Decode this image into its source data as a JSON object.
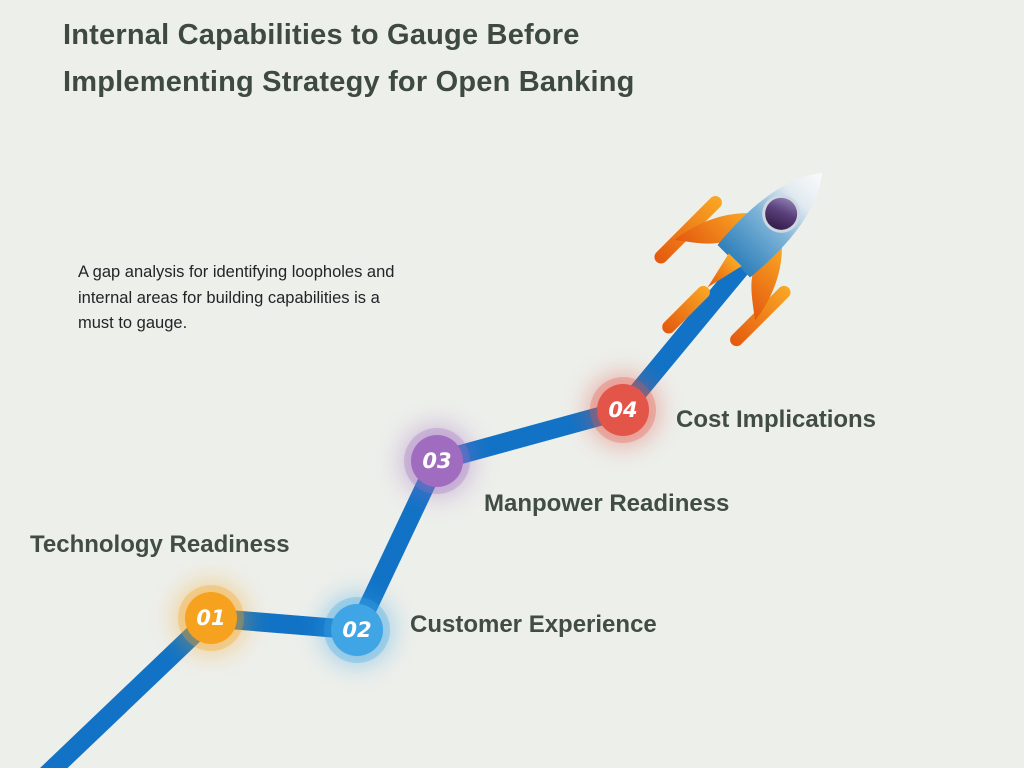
{
  "page": {
    "title_line1": "Internal Capabilities to Gauge Before",
    "title_line2": "Implementing Strategy for Open Banking",
    "description": "A gap analysis for identifying loopholes and internal areas for building capabilities is a must to gauge."
  },
  "steps": [
    {
      "number": "01",
      "label": "Technology Readiness",
      "color": "#f6a21e"
    },
    {
      "number": "02",
      "label": "Customer Experience",
      "color": "#3fa5e5"
    },
    {
      "number": "03",
      "label": "Manpower Readiness",
      "color": "#a06cc0"
    },
    {
      "number": "04",
      "label": "Cost Implications",
      "color": "#e35549"
    }
  ],
  "colors": {
    "background": "#edefeb",
    "line": "#1273c6",
    "title_text": "#3e4a40",
    "label_text": "#414d44",
    "rocket_body": "#2f80ba",
    "rocket_nose": "#fafbfc",
    "rocket_window": "#4a3268",
    "rocket_fins": "#f08c1e"
  },
  "icons": {
    "rocket": "rocket-icon"
  }
}
